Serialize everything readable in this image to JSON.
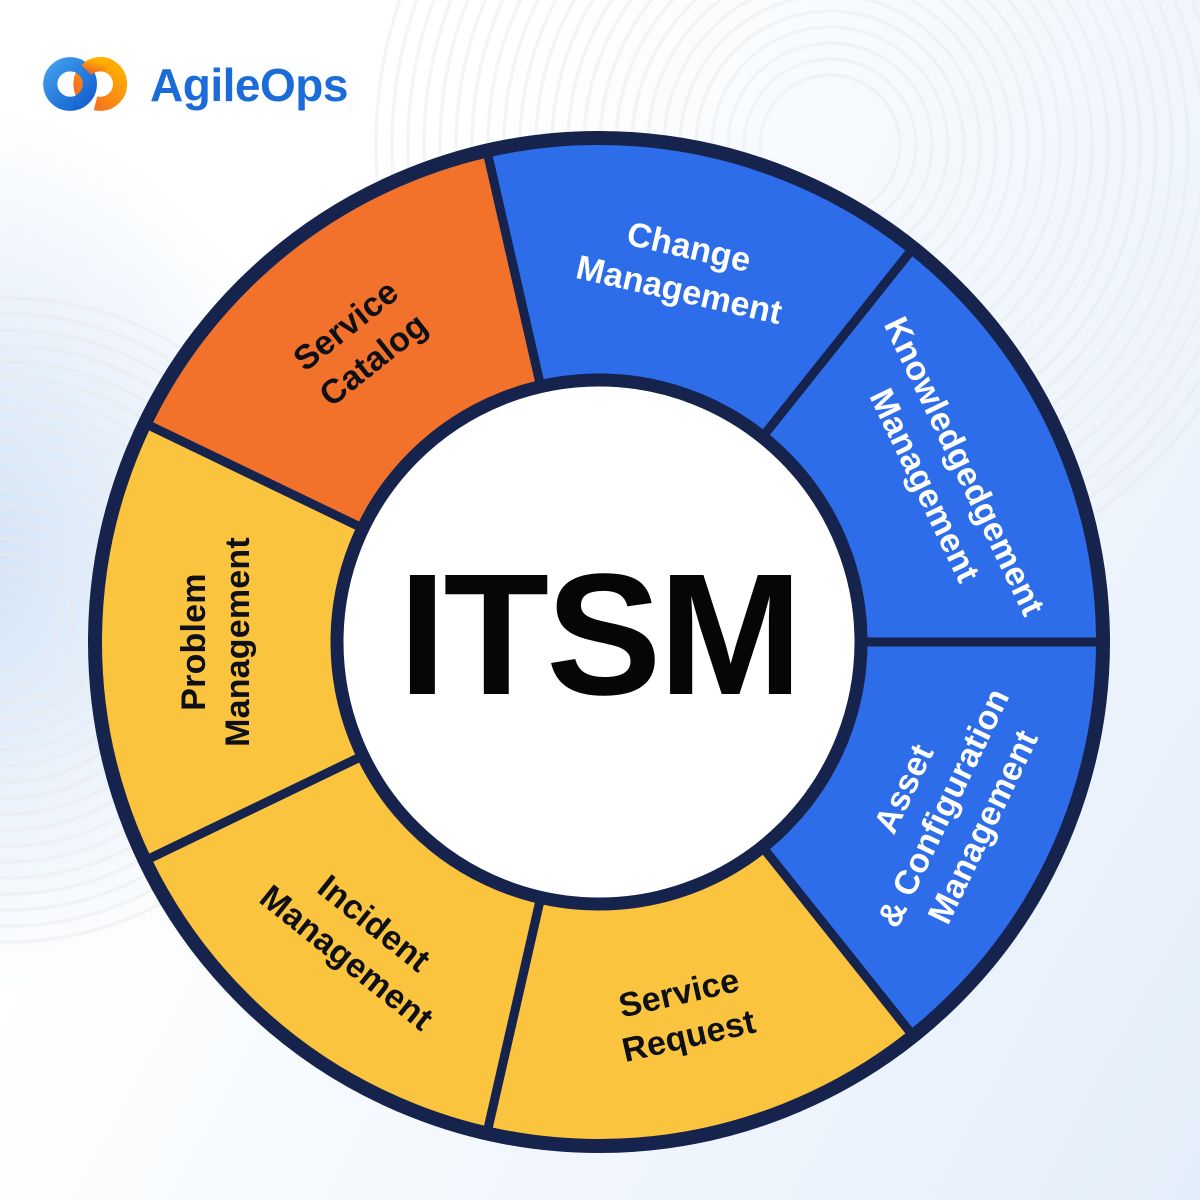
{
  "logo": {
    "brand": "AgileOps",
    "brand_color": "#1b6cd9",
    "icon": "infinity-icon"
  },
  "background": {
    "pattern_color": "#e8e8ec",
    "tint_color": "#e4eefa"
  },
  "wheel": {
    "center_label": "ITSM",
    "center_text_color": "#060607",
    "outline_color": "#16234d",
    "segments": [
      {
        "label": "Change Management",
        "lines": [
          "Change",
          "Management"
        ],
        "fill": "#2e6de9",
        "text_color": "#ffffff"
      },
      {
        "label": "Knowledgedgement Management",
        "lines": [
          "Knowledgedgement",
          "Management"
        ],
        "fill": "#2e6de9",
        "text_color": "#ffffff"
      },
      {
        "label": "Asset & Configuration Management",
        "lines": [
          "Asset",
          "& Configuration",
          "Management"
        ],
        "fill": "#2e6de9",
        "text_color": "#ffffff"
      },
      {
        "label": "Service Request",
        "lines": [
          "Service",
          "Request"
        ],
        "fill": "#fbc43f",
        "text_color": "#0f1016"
      },
      {
        "label": "Incident Management",
        "lines": [
          "Incident",
          "Management"
        ],
        "fill": "#fbc43f",
        "text_color": "#0f1016"
      },
      {
        "label": "Problem Management",
        "lines": [
          "Problem",
          "Management"
        ],
        "fill": "#fbc43f",
        "text_color": "#0f1016"
      },
      {
        "label": "Service Catalog",
        "lines": [
          "Service",
          "Catalog"
        ],
        "fill": "#f3722b",
        "text_color": "#0f1016"
      }
    ]
  }
}
